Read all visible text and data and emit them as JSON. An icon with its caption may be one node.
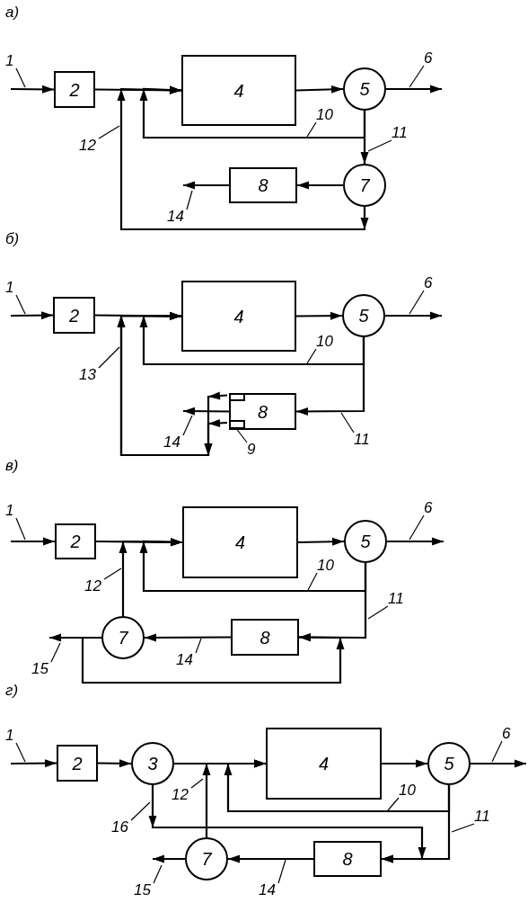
{
  "diagram": {
    "nodes": [
      {
        "text": [
          "1"
        ]
      },
      {
        "text": [
          "2"
        ]
      },
      {
        "text": [
          "4"
        ]
      },
      {
        "text": [
          "5"
        ]
      },
      {
        "text": [
          "6"
        ]
      },
      {
        "text": [
          "10"
        ]
      },
      {
        "text": [
          "11"
        ]
      },
      {
        "text": [
          "12"
        ]
      },
      {
        "text": [
          "7"
        ]
      },
      {
        "text": [
          "8"
        ]
      },
      {
        "text": [
          "14"
        ]
      },
      {
        "text": [
          "1"
        ]
      },
      {
        "text": [
          "2"
        ]
      },
      {
        "text": [
          "4"
        ]
      },
      {
        "text": [
          "5"
        ]
      },
      {
        "text": [
          "6"
        ]
      },
      {
        "text": [
          "10"
        ]
      },
      {
        "text": [
          "13"
        ]
      },
      {
        "text": [
          "8"
        ]
      },
      {
        "text": [],
        "shape": "box",
        "in": 18
      },
      {
        "text": [],
        "shape": "box",
        "in": 18
      },
      {
        "text": [
          "9"
        ]
      },
      {
        "text": [
          "14"
        ]
      },
      {
        "text": [
          "11"
        ]
      },
      {
        "text": [
          "1"
        ]
      },
      {
        "text": [
          "2"
        ]
      },
      {
        "text": [
          "4"
        ]
      },
      {
        "text": [
          "5"
        ]
      },
      {
        "text": [
          "6"
        ]
      },
      {
        "text": [
          "12"
        ]
      },
      {
        "text": [
          "10"
        ]
      },
      {
        "text": [
          "11"
        ]
      },
      {
        "text": [
          "7"
        ]
      },
      {
        "text": [
          "8"
        ]
      },
      {
        "text": [
          "15"
        ]
      },
      {
        "text": [
          "14"
        ]
      },
      {
        "text": [
          "1"
        ]
      },
      {
        "text": [
          "2"
        ]
      },
      {
        "text": [
          "3"
        ]
      },
      {
        "text": [
          "4"
        ]
      },
      {
        "text": [
          "5"
        ]
      },
      {
        "text": [
          "6"
        ]
      },
      {
        "text": [
          "12"
        ]
      },
      {
        "text": [
          "16"
        ]
      },
      {
        "text": [
          "10"
        ]
      },
      {
        "text": [
          "11"
        ]
      },
      {
        "text": [
          "7"
        ]
      },
      {
        "text": [
          "8"
        ]
      },
      {
        "text": [
          "15"
        ]
      },
      {
        "text": [
          "14"
        ]
      }
    ],
    "edges": [
      {
        "from": null,
        "to": 1,
        "arrow": "to"
      },
      {
        "from": 1,
        "to": 2,
        "arrow": "to"
      },
      {
        "from": 2,
        "to": 3,
        "arrow": "to"
      },
      {
        "from": 3,
        "to": null,
        "arrow": "to"
      },
      {
        "from": 3,
        "to": 8,
        "arrow": "to"
      },
      {
        "from": 3,
        "to": 2,
        "arrow": "to"
      },
      {
        "from": 8,
        "to": 9,
        "arrow": "to"
      },
      {
        "from": 9,
        "to": null,
        "arrow": "to"
      },
      {
        "from": 8,
        "to": 2,
        "arrow": "to"
      },
      {
        "from": 0,
        "to": null,
        "arrow": "none"
      },
      {
        "from": 4,
        "to": null,
        "arrow": "none"
      },
      {
        "from": 5,
        "to": null,
        "arrow": "none"
      },
      {
        "from": 6,
        "to": null,
        "arrow": "none"
      },
      {
        "from": 7,
        "to": null,
        "arrow": "none"
      },
      {
        "from": 10,
        "to": null,
        "arrow": "none"
      },
      {
        "from": null,
        "to": 12,
        "arrow": "to"
      },
      {
        "from": 12,
        "to": 13,
        "arrow": "to"
      },
      {
        "from": 13,
        "to": 14,
        "arrow": "to"
      },
      {
        "from": 14,
        "to": null,
        "arrow": "to"
      },
      {
        "from": 14,
        "to": 13,
        "arrow": "to"
      },
      {
        "from": 14,
        "to": 18,
        "arrow": "to"
      },
      {
        "from": 18,
        "to": null,
        "arrow": "to"
      },
      {
        "from": 19,
        "to": 13,
        "arrow": "to"
      },
      {
        "from": 20,
        "to": 13,
        "arrow": "to"
      },
      {
        "from": 11,
        "to": null,
        "arrow": "none"
      },
      {
        "from": 15,
        "to": null,
        "arrow": "none"
      },
      {
        "from": 16,
        "to": null,
        "arrow": "none"
      },
      {
        "from": 17,
        "to": null,
        "arrow": "none"
      },
      {
        "from": 21,
        "to": 20,
        "arrow": "none"
      },
      {
        "from": 22,
        "to": null,
        "arrow": "none"
      },
      {
        "from": 23,
        "to": null,
        "arrow": "none"
      },
      {
        "from": null,
        "to": 25,
        "arrow": "to"
      },
      {
        "from": 25,
        "to": 26,
        "arrow": "to"
      },
      {
        "from": 26,
        "to": 27,
        "arrow": "to"
      },
      {
        "from": 27,
        "to": null,
        "arrow": "to"
      },
      {
        "from": 27,
        "to": 26,
        "arrow": "to"
      },
      {
        "from": 27,
        "to": 33,
        "arrow": "to"
      },
      {
        "from": 33,
        "to": 32,
        "arrow": "to"
      },
      {
        "from": 32,
        "to": 26,
        "arrow": "to"
      },
      {
        "from": 32,
        "to": null,
        "arrow": "to"
      },
      {
        "from": 32,
        "to": 33,
        "arrow": "to"
      },
      {
        "from": 24,
        "to": null,
        "arrow": "none"
      },
      {
        "from": 28,
        "to": null,
        "arrow": "none"
      },
      {
        "from": 29,
        "to": null,
        "arrow": "none"
      },
      {
        "from": 30,
        "to": null,
        "arrow": "none"
      },
      {
        "from": 31,
        "to": null,
        "arrow": "none"
      },
      {
        "from": 34,
        "to": null,
        "arrow": "none"
      },
      {
        "from": 35,
        "to": null,
        "arrow": "none"
      },
      {
        "from": null,
        "to": 37,
        "arrow": "to"
      },
      {
        "from": 37,
        "to": 38,
        "arrow": "to"
      },
      {
        "from": 38,
        "to": 39,
        "arrow": "to"
      },
      {
        "from": 39,
        "to": 40,
        "arrow": "to"
      },
      {
        "from": 40,
        "to": null,
        "arrow": "to"
      },
      {
        "from": 40,
        "to": 39,
        "arrow": "to"
      },
      {
        "from": 40,
        "to": 47,
        "arrow": "to"
      },
      {
        "from": 38,
        "to": 47,
        "arrow": "to"
      },
      {
        "from": 47,
        "to": 46,
        "arrow": "to"
      },
      {
        "from": 46,
        "to": 39,
        "arrow": "to"
      },
      {
        "from": 46,
        "to": null,
        "arrow": "to"
      },
      {
        "from": 36,
        "to": null,
        "arrow": "none"
      },
      {
        "from": 41,
        "to": null,
        "arrow": "none"
      },
      {
        "from": 42,
        "to": null,
        "arrow": "none"
      },
      {
        "from": 43,
        "to": null,
        "arrow": "none"
      },
      {
        "from": 44,
        "to": null,
        "arrow": "none"
      },
      {
        "from": 45,
        "to": null,
        "arrow": "none"
      },
      {
        "from": 48,
        "to": null,
        "arrow": "none"
      },
      {
        "from": 49,
        "to": null,
        "arrow": "none"
      }
    ],
    "labels": [
      "а)",
      "б)",
      "в)",
      "г)"
    ]
  }
}
